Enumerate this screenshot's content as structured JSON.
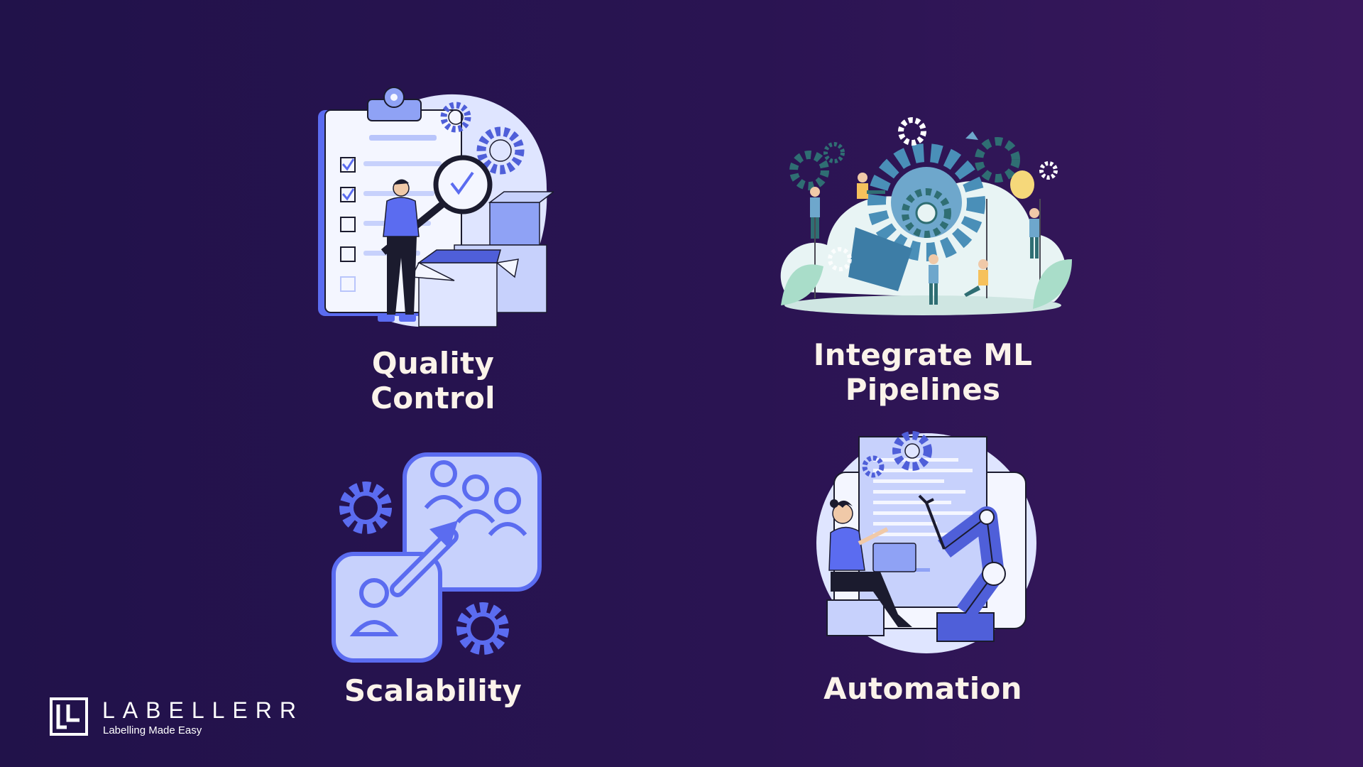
{
  "features": [
    {
      "id": "quality-control",
      "label": "Quality Control",
      "icon": "clipboard-magnifier-icon"
    },
    {
      "id": "ml-pipelines",
      "label": "Integrate ML Pipelines",
      "icon": "gears-team-icon"
    },
    {
      "id": "scalability",
      "label": "Scalability",
      "icon": "scale-team-icon"
    },
    {
      "id": "automation",
      "label": "Automation",
      "icon": "robot-arm-icon"
    }
  ],
  "brand": {
    "name": "LABELLERR",
    "tagline": "Labelling Made Easy",
    "logo_icon": "labellerr-logo-icon"
  },
  "colors": {
    "background": "#27134f",
    "accent": "#5b6cf0",
    "label": "#fbf3ea"
  }
}
